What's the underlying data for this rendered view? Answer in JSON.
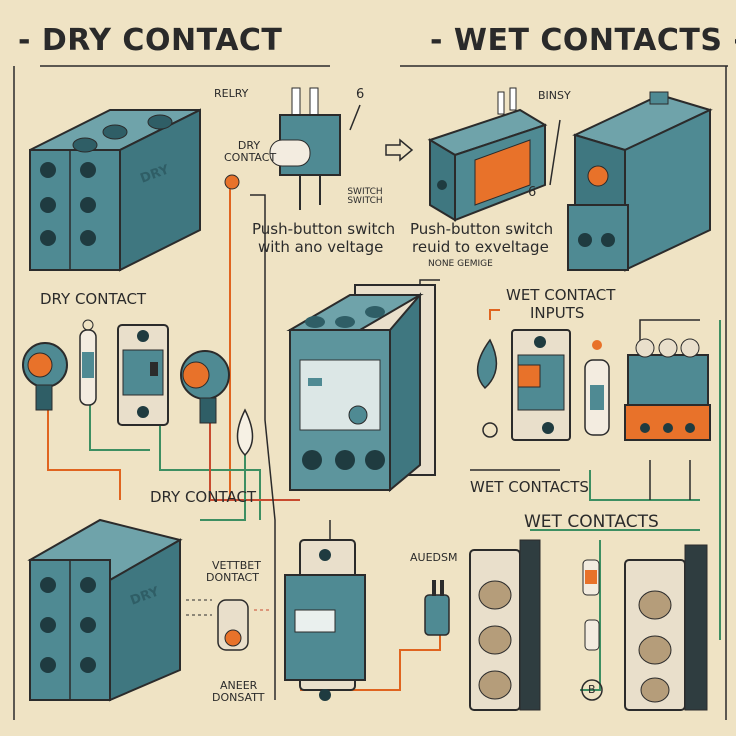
{
  "headers": {
    "left_prefix": "-",
    "left": "DRY CONTACT",
    "right_prefix": "-",
    "right": "WET CONTACTS",
    "right_suffix": "-"
  },
  "labels": {
    "relay": "RELRY",
    "dry_contact_top": "DRY CONTACT",
    "six_top": "6",
    "switch_small": "SWITCH SWITCH",
    "pb_left_1": "Push-button switch",
    "pb_left_2": "with ano veltage",
    "pb_right_1": "Push-button switch",
    "pb_right_2": "reuid to exveltage",
    "none_small": "NONE GEMIGE",
    "binsy": "BINSY",
    "six_right": "6",
    "dry_contact_mid": "DRY  CONTACT",
    "wet_inputs_1": "WET CONTACT",
    "wet_inputs_2": "INPUTS",
    "dry_contact_low": "DRY CONTACT",
    "wet_contacts_mid": "WET CONTACTS",
    "wet_contacts_low": "WET CONTACTS",
    "dry_block_top": "DRY",
    "dry_block_low": "DRY",
    "vettbet_1": "VETTBET",
    "vettbet_2": "DONTACT",
    "aneer_1": "ANEER",
    "aneer_2": "DONSATT",
    "auedsm": "AUEDSM",
    "bottom_b": "B"
  },
  "colors": {
    "background": "#efe3c4",
    "device_teal": "#4f8a93",
    "device_dark": "#2f5e66",
    "device_light": "#6fa3aa",
    "accent_orange": "#e8722a",
    "wire_orange": "#e0641f",
    "wire_green": "#3d8f62",
    "wire_red": "#c84a2f",
    "ink": "#2b2b2b"
  }
}
